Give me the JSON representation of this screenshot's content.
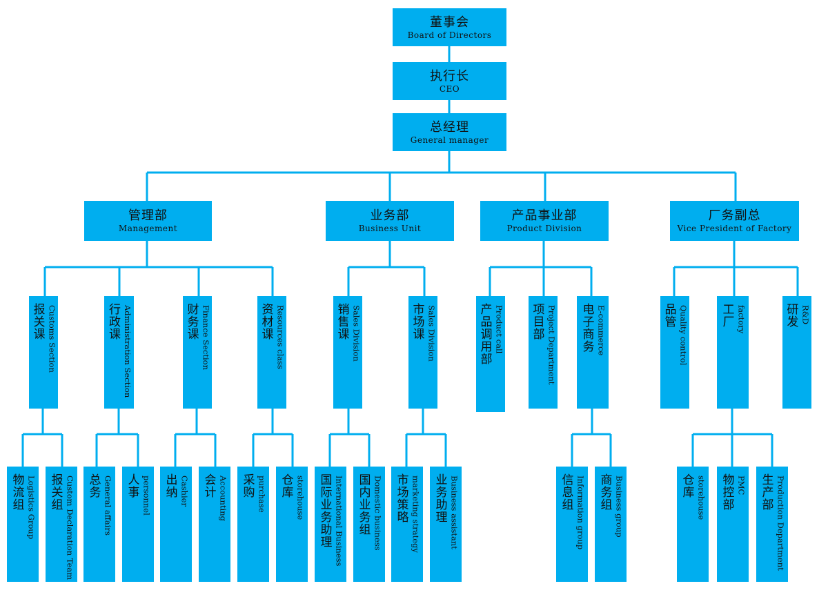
{
  "colors": {
    "box_fill": "#00AEEF",
    "line": "#00AEEF",
    "text": "#111111",
    "background": "#FFFFFF"
  },
  "org": {
    "board": {
      "cn": "董事会",
      "en": "Board of Directors"
    },
    "ceo": {
      "cn": "执行长",
      "en": "CEO"
    },
    "gm": {
      "cn": "总经理",
      "en": "General manager"
    },
    "management": {
      "cn": "管理部",
      "en": "Management"
    },
    "business_unit": {
      "cn": "业务部",
      "en": "Business Unit"
    },
    "product_division": {
      "cn": "产品事业部",
      "en": "Product Division"
    },
    "vp_factory": {
      "cn": "厂务副总",
      "en": "Vice President of Factory"
    },
    "customs_section": {
      "cn": "报关课",
      "en": "Customs Section"
    },
    "admin_section": {
      "cn": "行政课",
      "en": "Administration Section"
    },
    "finance_section": {
      "cn": "财务课",
      "en": "Finance Section"
    },
    "resources_class": {
      "cn": "资材课",
      "en": "Resources class"
    },
    "sales_division_1": {
      "cn": "销售课",
      "en": "Sales Division"
    },
    "sales_division_2": {
      "cn": "市场课",
      "en": "Sales Division"
    },
    "product_call": {
      "cn": "产品调用部",
      "en": "Product call"
    },
    "project_dept": {
      "cn": "项目部",
      "en": "Project Department"
    },
    "ecommerce": {
      "cn": "电子商务",
      "en": "E-commerce"
    },
    "quality_control": {
      "cn": "品管",
      "en": "Quality control"
    },
    "factory": {
      "cn": "工厂",
      "en": "factory"
    },
    "rd": {
      "cn": "研发",
      "en": "R&D"
    },
    "logistics_group": {
      "cn": "物流组",
      "en": "Logistics Group"
    },
    "custom_declaration_team": {
      "cn": "报关组",
      "en": "Custom Declaration Team"
    },
    "general_affairs": {
      "cn": "总务",
      "en": "General affairs"
    },
    "personnel": {
      "cn": "人事",
      "en": "personnel"
    },
    "cashier": {
      "cn": "出纳",
      "en": "Cashier"
    },
    "accounting": {
      "cn": "会计",
      "en": "Accounting"
    },
    "purchase": {
      "cn": "采购",
      "en": "purchase"
    },
    "storehouse_1": {
      "cn": "仓库",
      "en": "storehouse"
    },
    "intl_business_assistant": {
      "cn": "国际业务助理",
      "en": "International Business"
    },
    "domestic_business": {
      "cn": "国内业务组",
      "en": "Domestic business"
    },
    "marketing_strategy": {
      "cn": "市场策略",
      "en": "marketing strategy"
    },
    "business_assistant": {
      "cn": "业务助理",
      "en": "Business assistant"
    },
    "information_group": {
      "cn": "信息组",
      "en": "Information group"
    },
    "business_group": {
      "cn": "商务组",
      "en": "Business group"
    },
    "storehouse_2": {
      "cn": "仓库",
      "en": "storehouse"
    },
    "pmc": {
      "cn": "物控部",
      "en": "PMC"
    },
    "production_dept": {
      "cn": "生产部",
      "en": "Production Department"
    }
  }
}
